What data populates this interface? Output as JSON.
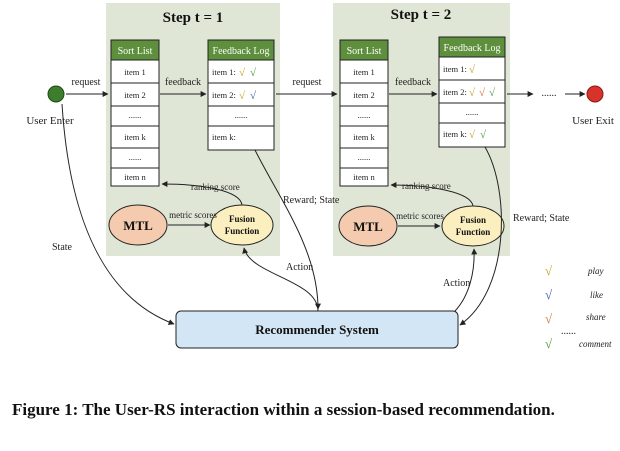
{
  "step1": {
    "title": "Step t = 1",
    "sort_list": {
      "header": "Sort List",
      "items": [
        "item 1",
        "item 2",
        "......",
        "item k",
        "......",
        "item n"
      ]
    },
    "feedback_log": {
      "header": "Feedback Log",
      "items": [
        "item 1:",
        "item 2:",
        "......",
        "item k:"
      ]
    },
    "mtl": "MTL",
    "fusion_line1": "Fusion",
    "fusion_line2": "Function"
  },
  "step2": {
    "title": "Step t = 2",
    "sort_list": {
      "header": "Sort List",
      "items": [
        "item 1",
        "item 2",
        "......",
        "item k",
        "......",
        "item n"
      ]
    },
    "feedback_log": {
      "header": "Feedback Log",
      "items": [
        "item 1:",
        "item 2:",
        "......",
        "item k:"
      ]
    },
    "mtl": "MTL",
    "fusion_line1": "Fusion",
    "fusion_line2": "Function"
  },
  "labels": {
    "request": "request",
    "feedback": "feedback",
    "ranking_score": "ranking score",
    "metric_scores": "metric scores",
    "reward_state": "Reward; State",
    "action": "Action",
    "state": "State",
    "user_enter": "User Enter",
    "user_exit": "User Exit",
    "dots": "......",
    "recommender_system": "Recommender System"
  },
  "legend": [
    {
      "label": "play",
      "color": "#c9a227"
    },
    {
      "label": "like",
      "color": "#3c5fa8"
    },
    {
      "label": "share",
      "color": "#d9703a"
    },
    {
      "label": "comment",
      "color": "#4f9a3c"
    }
  ],
  "legend_more": "......",
  "check_symbol": "√",
  "colors": {
    "step_bg": "#dfe6d6",
    "list_header": "#5d8f3c",
    "mtl_fill": "#f5cbb0",
    "fusion_fill": "#fcefbf",
    "recsys_fill": "#d3e6f5",
    "user_enter": "#3d7e2c",
    "user_exit": "#d7332a"
  },
  "caption": "Figure 1: The User-RS interaction within a session-based recommendation."
}
